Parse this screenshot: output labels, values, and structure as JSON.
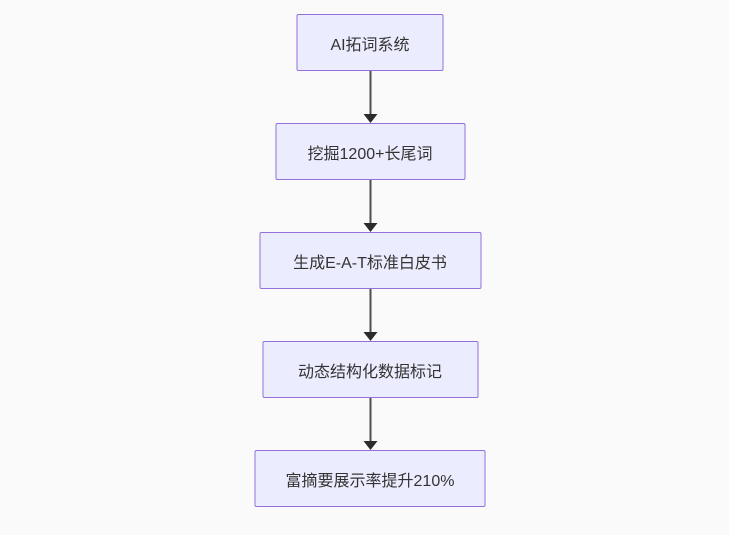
{
  "diagram": {
    "type": "flowchart",
    "direction": "top-down",
    "nodes": [
      {
        "label": "AI拓词系统"
      },
      {
        "label": "挖掘1200+长尾词"
      },
      {
        "label": "生成E-A-T标准白皮书"
      },
      {
        "label": "动态结构化数据标记"
      },
      {
        "label": "富摘要展示率提升210%"
      }
    ],
    "edges": [
      {
        "from": 0,
        "to": 1
      },
      {
        "from": 1,
        "to": 2
      },
      {
        "from": 2,
        "to": 3
      },
      {
        "from": 3,
        "to": 4
      }
    ],
    "colors": {
      "background": "#fafafa",
      "node_fill": "#ECECFF",
      "node_border": "#9370DB",
      "node_text": "#333333",
      "arrow": "#4d4d4d",
      "arrow_head": "#2b2b2b"
    }
  }
}
